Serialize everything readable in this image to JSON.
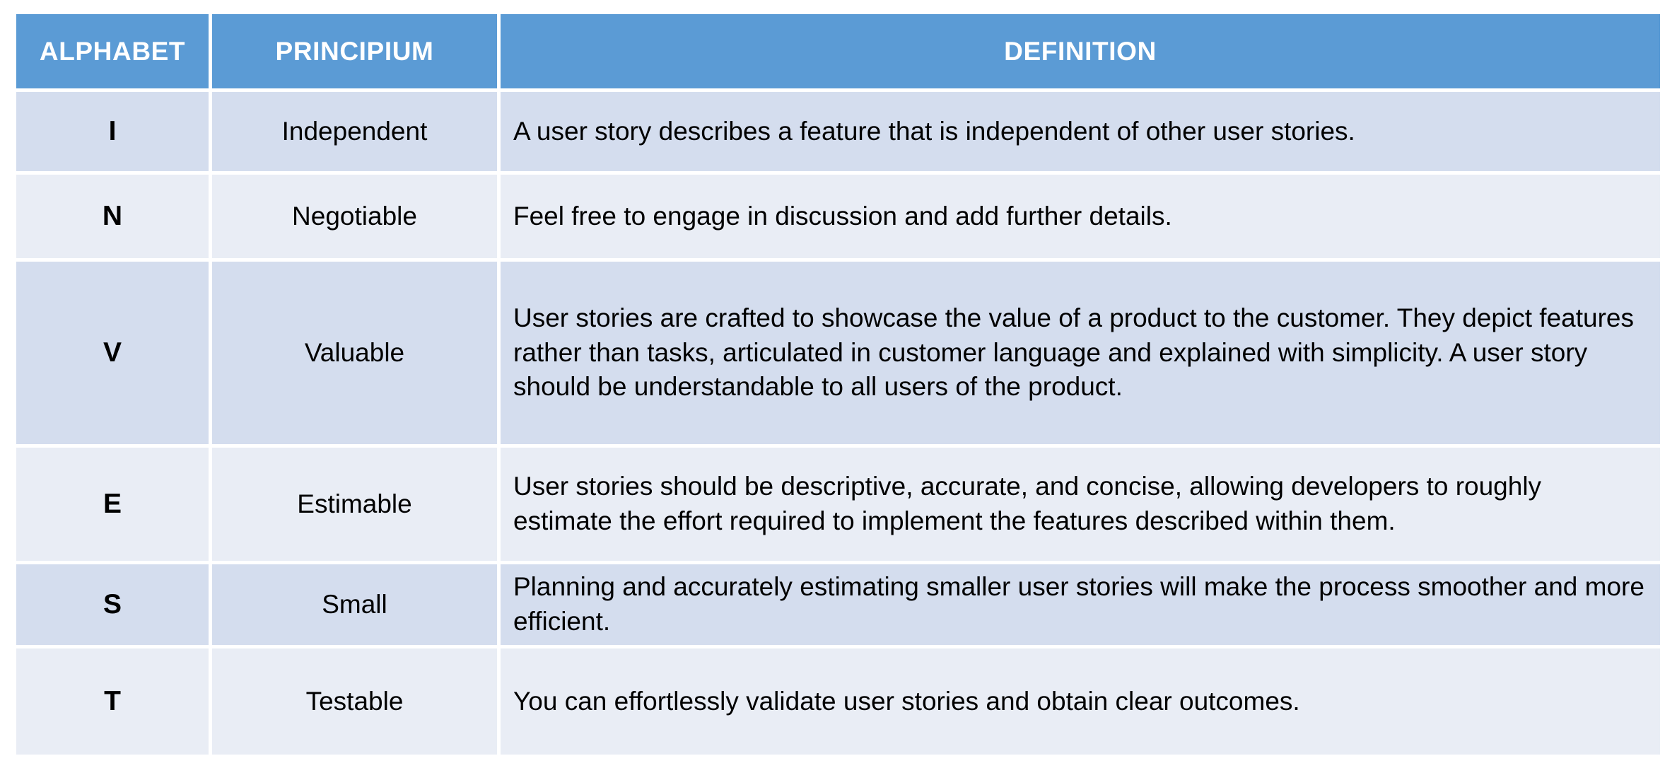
{
  "table": {
    "name": "invest-user-story-principles",
    "colors": {
      "header_bg": "#5B9BD5",
      "header_text": "#FFFFFF",
      "row_shade_bg": "#D4DDEE",
      "row_light_bg": "#E9EDF5",
      "body_text": "#000000",
      "page_bg": "#FFFFFF"
    },
    "headers": {
      "alphabet": "ALPHABET",
      "principium": "PRINCIPIUM",
      "definition": "DEFINITION"
    },
    "rows": [
      {
        "alphabet": "I",
        "principium": "Independent",
        "definition": "A user story describes a feature that is independent of other user stories."
      },
      {
        "alphabet": "N",
        "principium": "Negotiable",
        "definition": "Feel free to engage in discussion and add further details."
      },
      {
        "alphabet": "V",
        "principium": "Valuable",
        "definition": "User stories are crafted to showcase the value of a product to the customer. They depict features rather than tasks, articulated in customer language and explained with simplicity. A user story should be understandable to all users of the product."
      },
      {
        "alphabet": "E",
        "principium": "Estimable",
        "definition": "User stories should be descriptive, accurate, and concise, allowing developers to roughly estimate the effort required to implement the features described within them."
      },
      {
        "alphabet": "S",
        "principium": "Small",
        "definition": "Planning and accurately estimating smaller user stories will make the process smoother and more efficient."
      },
      {
        "alphabet": "T",
        "principium": "Testable",
        "definition": "You can effortlessly validate user stories and obtain clear outcomes."
      }
    ]
  }
}
